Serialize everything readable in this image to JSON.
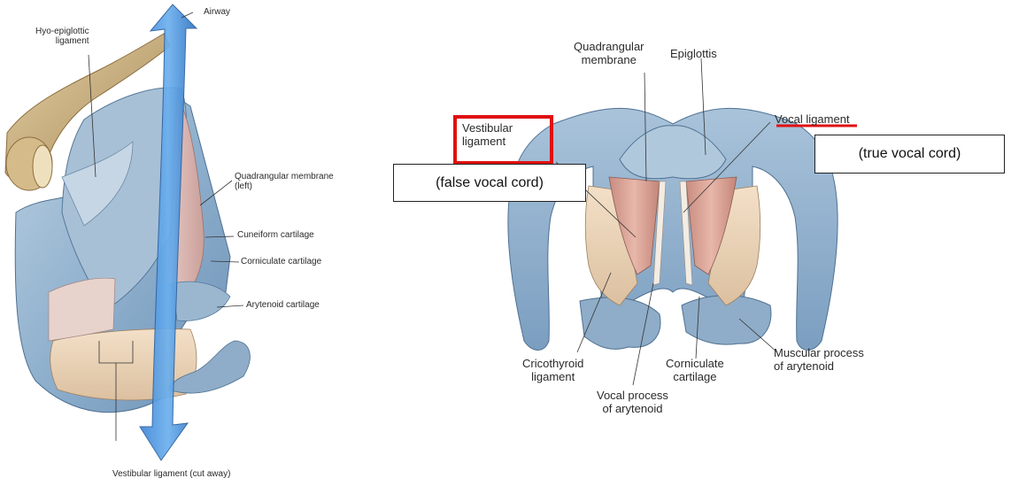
{
  "left_figure": {
    "labels": {
      "airway": "Airway",
      "hyo_epiglottic": "Hyo-epiglottic\nligament",
      "quadrangular_left": "Quadrangular membrane\n(left)",
      "cuneiform": "Cuneiform cartilage",
      "corniculate": "Corniculate cartilage",
      "arytenoid": "Arytenoid cartilage",
      "vestibular_cut": "Vestibular ligament (cut away)"
    }
  },
  "right_figure": {
    "labels": {
      "quadrangular": "Quadrangular\nmembrane",
      "epiglottis": "Epiglottis",
      "vestibular": "Vestibular\nligament",
      "vocal_ligament": "Vocal ligament",
      "cricothyroid": "Cricothyroid\nligament",
      "vocal_process": "Vocal process\nof arytenoid",
      "corniculate": "Corniculate\ncartilage",
      "muscular_process": "Muscular process\nof arytenoid"
    }
  },
  "annotations": {
    "false_vocal_cord": "(false vocal cord)",
    "true_vocal_cord": "(true vocal cord)",
    "highlight_color": "#e01010",
    "underline_color": "#e01010"
  }
}
